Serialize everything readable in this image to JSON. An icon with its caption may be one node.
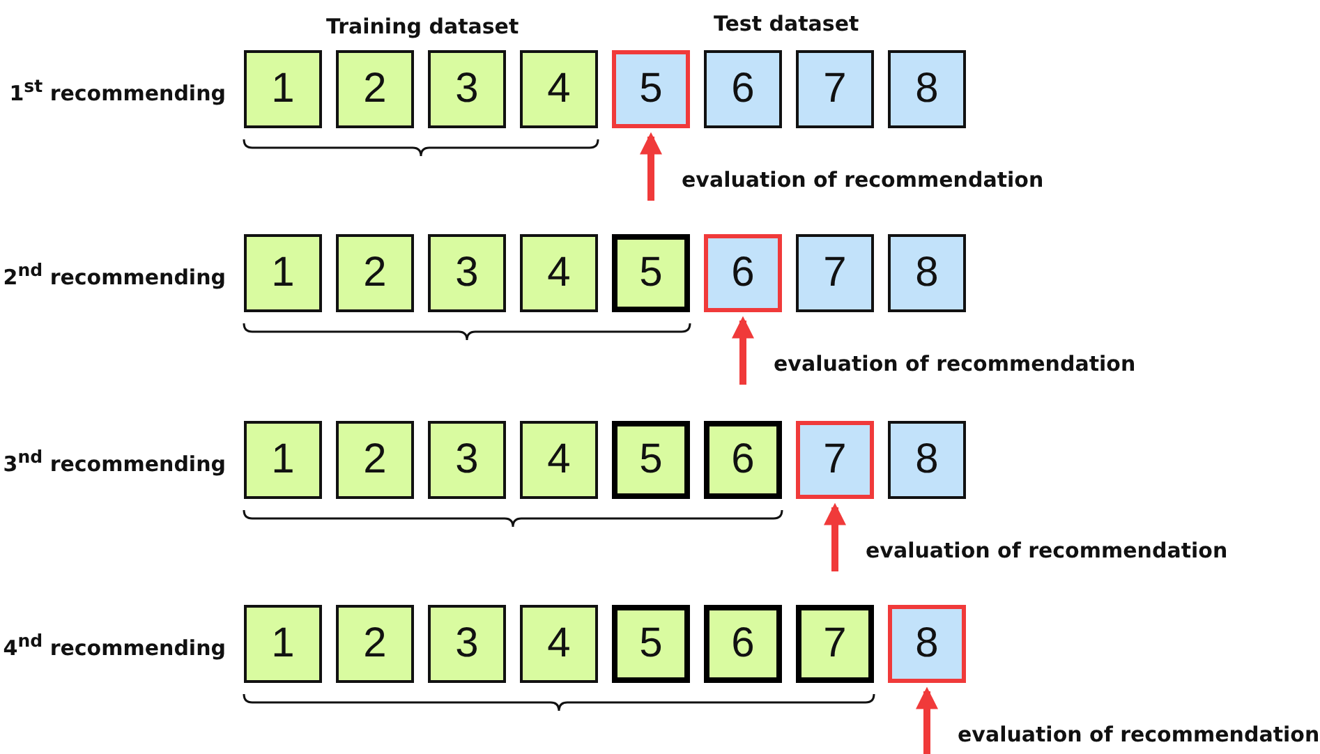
{
  "diagram": {
    "nodes": [
      {
        "text": [
          "1"
        ]
      },
      {
        "text": [
          "2"
        ]
      },
      {
        "text": [
          "3"
        ]
      },
      {
        "text": [
          "4"
        ]
      },
      {
        "text": [
          "5"
        ]
      },
      {
        "text": [
          "6"
        ]
      },
      {
        "text": [
          "7"
        ]
      },
      {
        "text": [
          "8"
        ]
      },
      {
        "text": [
          "1"
        ]
      },
      {
        "text": [
          "2"
        ]
      },
      {
        "text": [
          "3"
        ]
      },
      {
        "text": [
          "4"
        ]
      },
      {
        "text": [
          "5"
        ]
      },
      {
        "text": [
          "6"
        ]
      },
      {
        "text": [
          "7"
        ]
      },
      {
        "text": [
          "8"
        ]
      },
      {
        "text": [
          "1"
        ]
      },
      {
        "text": [
          "2"
        ]
      },
      {
        "text": [
          "3"
        ]
      },
      {
        "text": [
          "4"
        ]
      },
      {
        "text": [
          "5"
        ]
      },
      {
        "text": [
          "6"
        ]
      },
      {
        "text": [
          "7"
        ]
      },
      {
        "text": [
          "8"
        ]
      },
      {
        "text": [
          "1"
        ]
      },
      {
        "text": [
          "2"
        ]
      },
      {
        "text": [
          "3"
        ]
      },
      {
        "text": [
          "4"
        ]
      },
      {
        "text": [
          "5"
        ]
      },
      {
        "text": [
          "6"
        ]
      },
      {
        "text": [
          "7"
        ]
      },
      {
        "text": [
          "8"
        ]
      }
    ],
    "edges": [
      {
        "from": null,
        "to": 4,
        "arrow": "to"
      },
      {
        "from": null,
        "to": 13,
        "arrow": "to"
      },
      {
        "from": null,
        "to": 22,
        "arrow": "to"
      },
      {
        "from": null,
        "to": 31,
        "arrow": "to"
      }
    ],
    "labels": [
      "Training dataset",
      "Test dataset",
      "1$^{st}$ recommending",
      "evaluation of recommendation",
      "2$^{nd}$ recommending",
      "evaluation of recommendation",
      "3$^{nd}$ recommending",
      "evaluation of recommendation",
      "4$^{nd}$ recommending",
      "evaluation of recommendation"
    ]
  }
}
